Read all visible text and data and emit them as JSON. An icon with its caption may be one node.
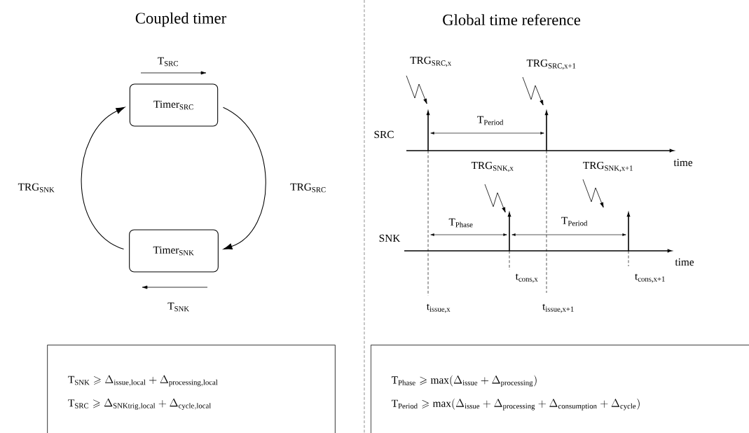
{
  "diagram": {
    "nodes": [
      {
        "text": [
          "Timer$_{SRC}$"
        ]
      },
      {
        "text": [
          "Timer$_{SNK}$"
        ]
      },
      {
        "text": [
          "\\mathrm{T}_{\\mathrm{SNK}} \\geqslant \\Delta_{\\mathrm{issue,local}} + \\Delta_{\\mathrm{processing,local}}",
          "\\mathrm{T}_{\\mathrm{SRC}} \\geqslant \\Delta_{\\mathrm{SNKtrig,local}} + \\Delta_{\\mathrm{cycle,local}}"
        ]
      },
      {
        "text": [
          "\\mathrm{T}_{\\mathrm{Phase}} \\geqslant \\mathrm{max}(\\Delta_{\\mathrm{issue}} + \\Delta_{\\mathrm{processing}})",
          "\\mathrm{T}_{\\mathrm{Period}} \\geqslant \\mathrm{max}(\\Delta_{\\mathrm{issue}} + \\Delta_{\\mathrm{processing}} + \\Delta_{\\mathrm{consumption}} + \\Delta_{\\mathrm{cycle}})"
        ]
      }
    ],
    "edges": [
      {
        "from": 0,
        "to": 1,
        "arrow": "to",
        "label": "TRG$_{SRC}$"
      },
      {
        "from": 1,
        "to": 0,
        "arrow": "to",
        "label": "TRG$_{SNK}$"
      }
    ],
    "labels": [
      "Coupled timer",
      "Global time reference",
      "T$_{SRC}$",
      "T$_{SNK}$",
      "TRG$_{SRC,x}$",
      "TRG$_{SRC,x+1}$",
      "T$_{Period}$",
      "SRC",
      "time",
      "TRG$_{SNK,x}$",
      "TRG$_{SNK,x+1}$",
      "T$_{Phase}$",
      "T$_{Period}$",
      "SNK",
      "time",
      "t$_{cons,x}$",
      "t$_{cons,x+1}$",
      "t$_{issue,x}$",
      "t$_{issue,x+1}$"
    ]
  }
}
